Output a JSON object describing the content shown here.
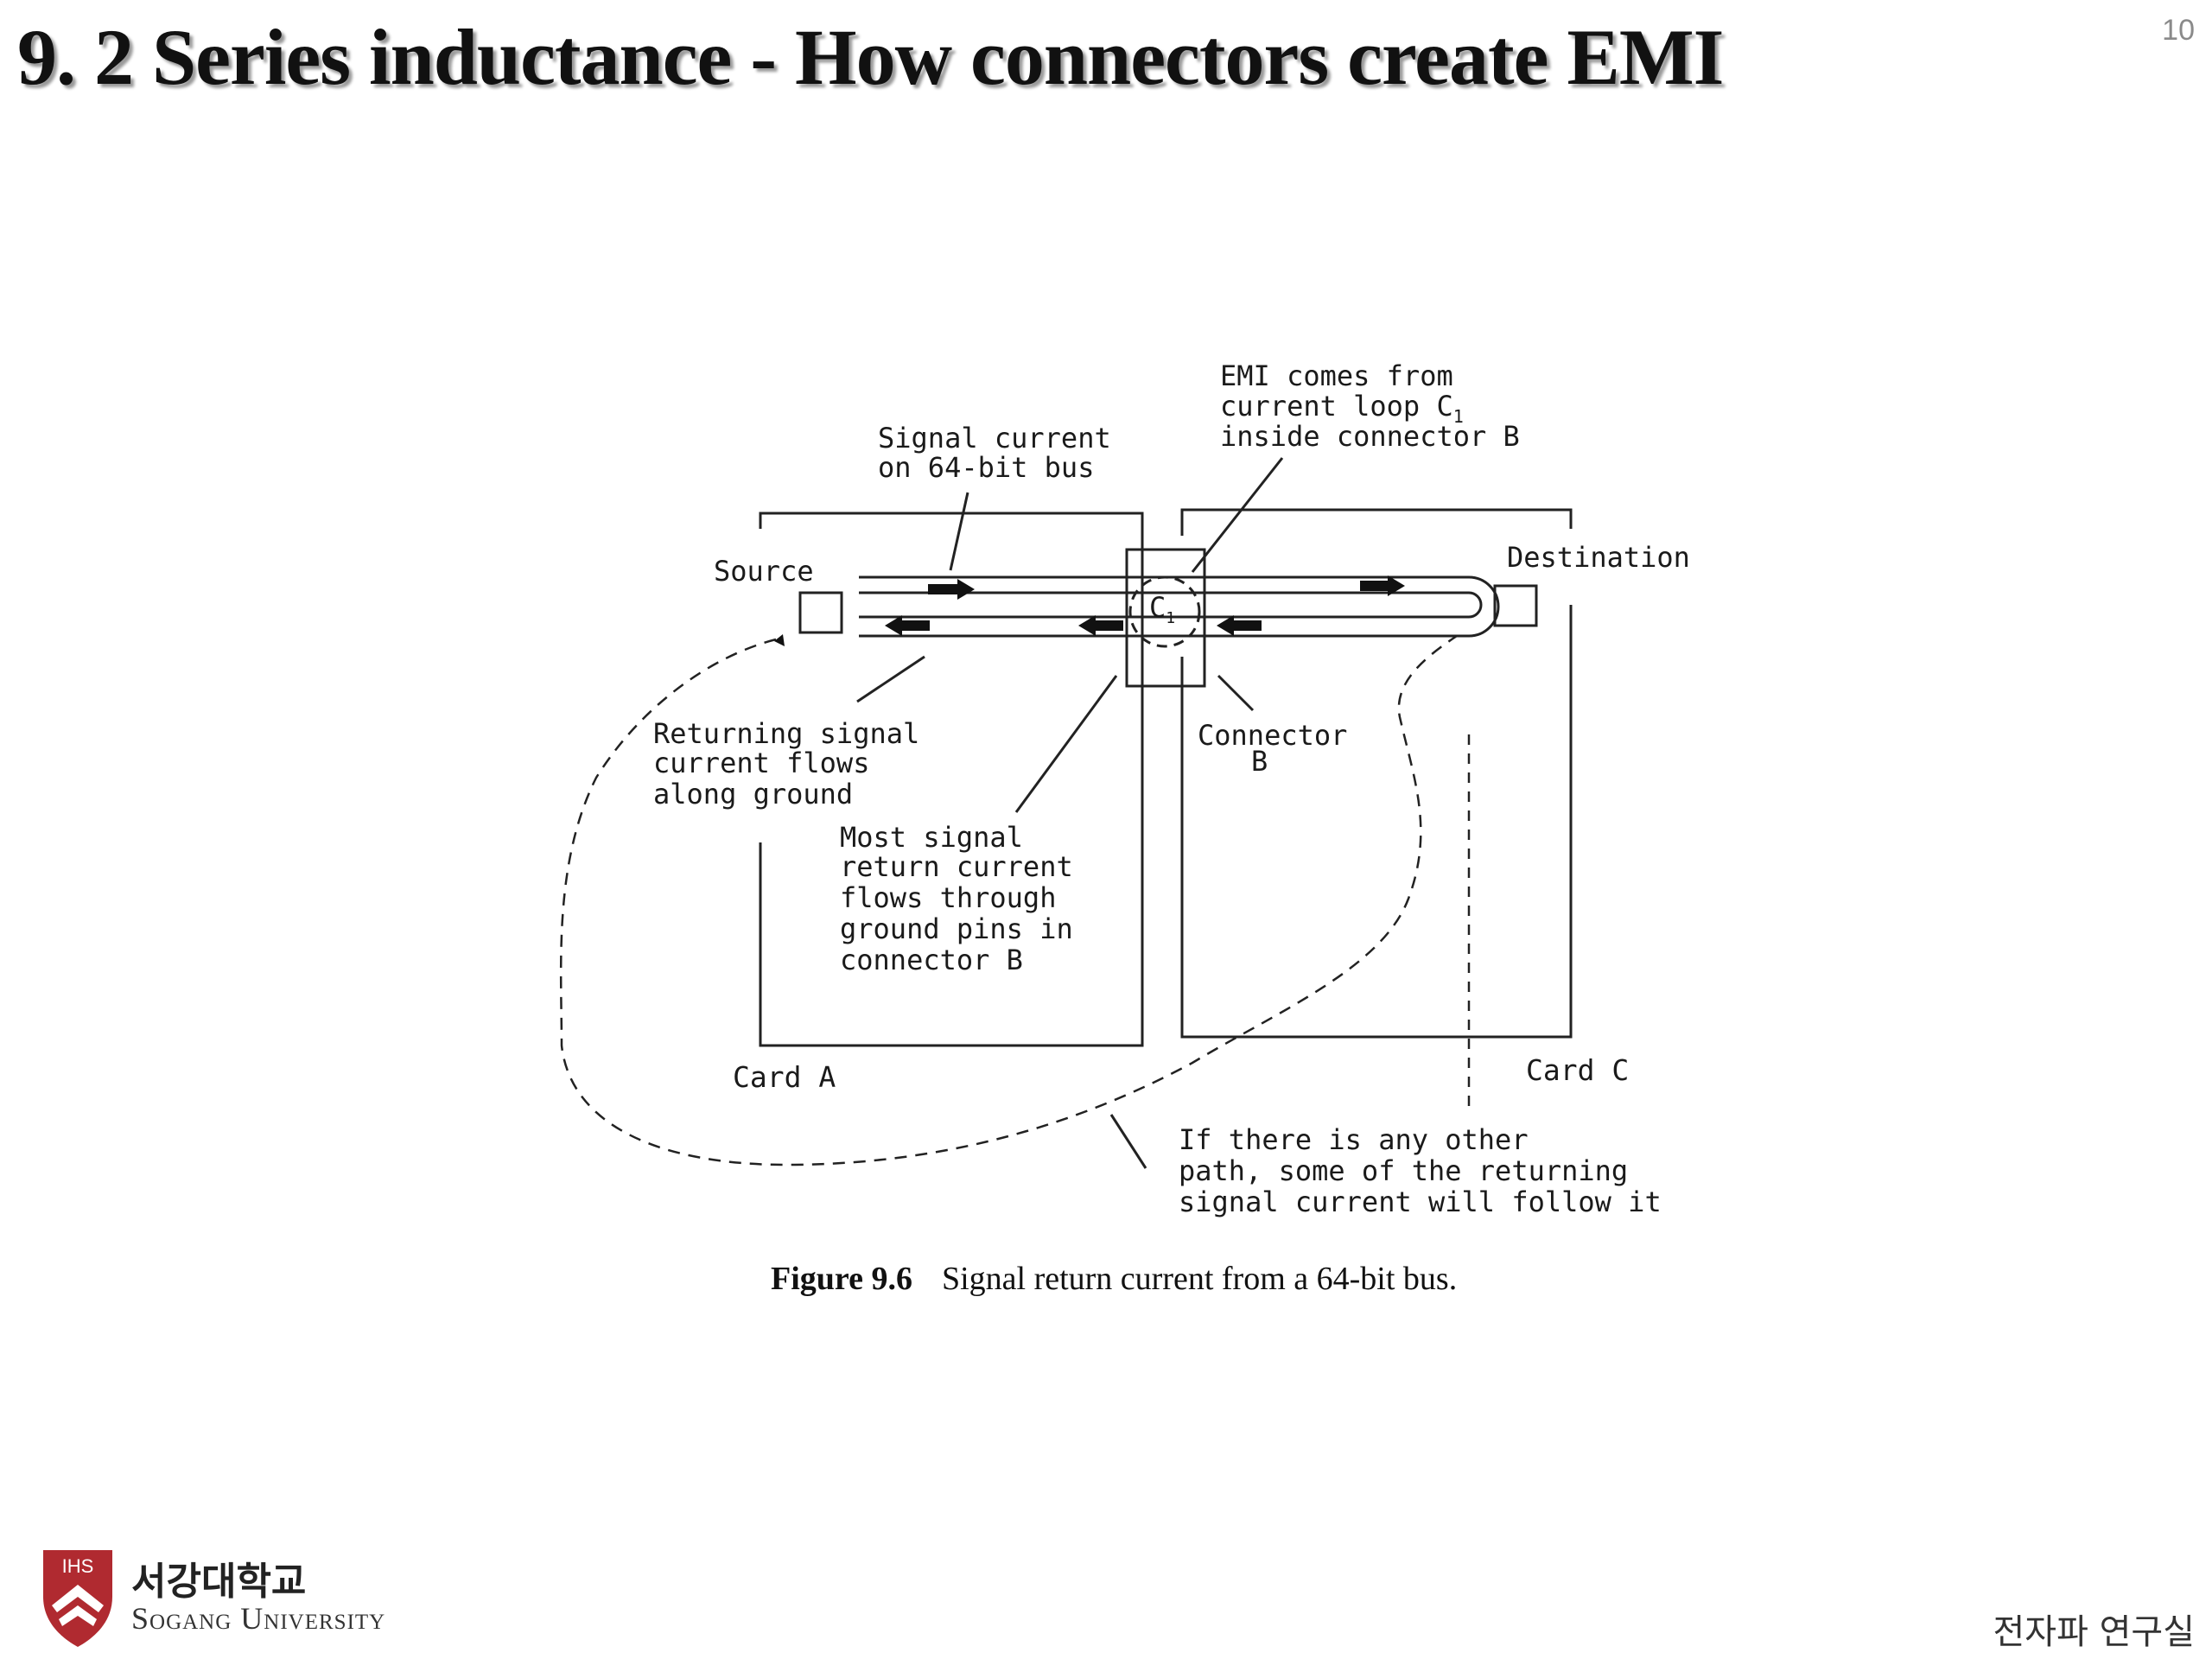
{
  "slide": {
    "title": "9. 2 Series inductance - How connectors create EMI",
    "page_number": "10"
  },
  "figure": {
    "labels": {
      "signal_current": [
        "Signal current",
        "on 64-bit bus"
      ],
      "emi_source": [
        "EMI comes from",
        "current loop C",
        "inside connector B"
      ],
      "emi_subscript": "1",
      "source": "Source",
      "destination": "Destination",
      "loop_symbol": "C",
      "loop_subscript": "1",
      "returning": [
        "Returning signal",
        "current flows",
        "along ground"
      ],
      "connector": [
        "Connector",
        "B"
      ],
      "most_return": [
        "Most signal",
        "return current",
        "flows through",
        "ground pins in",
        "connector B"
      ],
      "card_a": "Card A",
      "card_c": "Card C",
      "other_path": [
        "If there is any other",
        "path, some of the returning",
        "signal current will follow it"
      ]
    },
    "caption_number": "Figure 9.6",
    "caption_text": "Signal return current from a 64-bit bus."
  },
  "footer": {
    "logo_korean": "서강대학교",
    "logo_english": "Sogang University",
    "logo_badge": "IHS",
    "lab_name": "전자파 연구실"
  },
  "icons": [
    "university-crest-icon",
    "arrow-right-icon",
    "arrow-left-icon"
  ]
}
